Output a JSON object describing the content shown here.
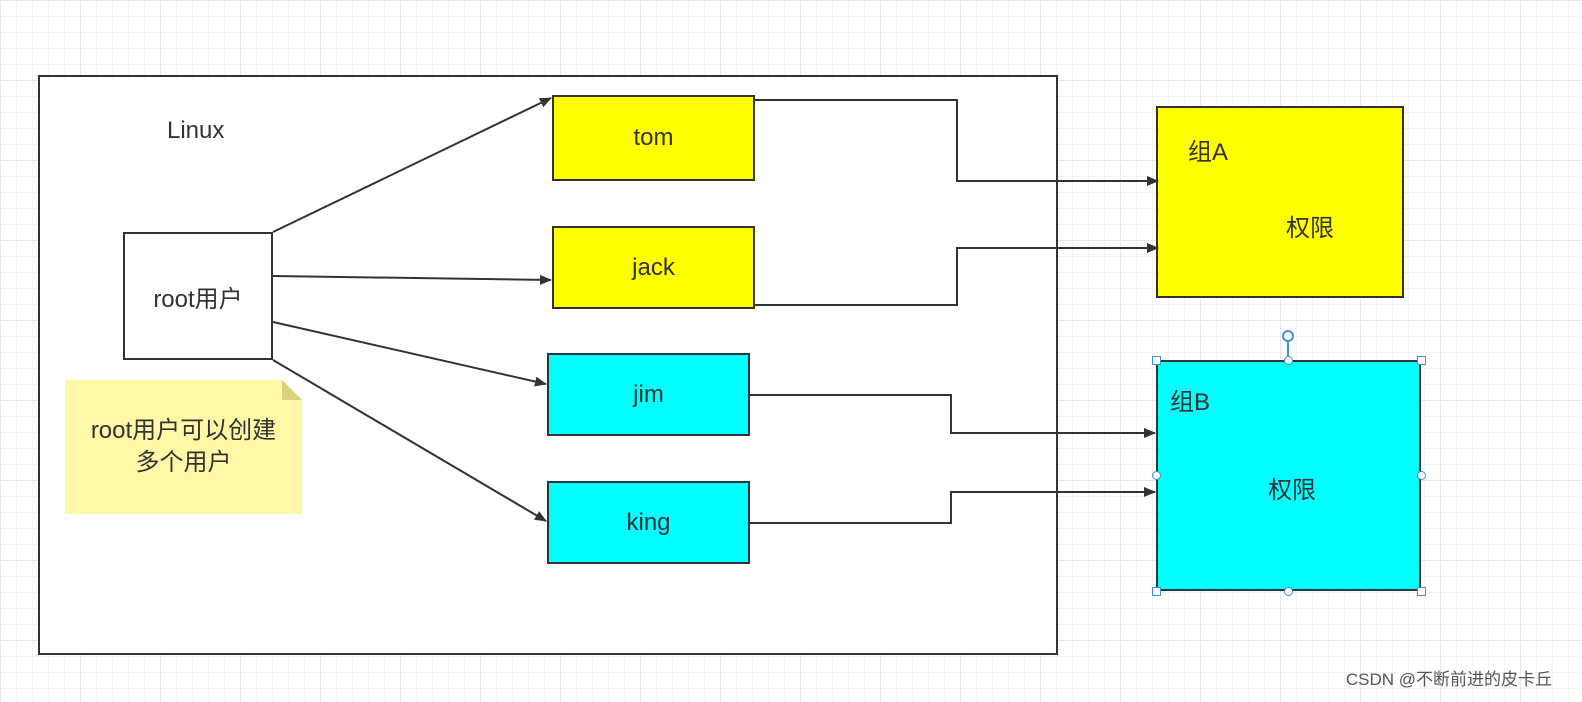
{
  "frame": {
    "title": "Linux"
  },
  "root": {
    "label": "root用户"
  },
  "note": {
    "line1": "root用户可以创建",
    "line2": "多个用户"
  },
  "users": [
    {
      "label": "tom"
    },
    {
      "label": "jack"
    },
    {
      "label": "jim"
    },
    {
      "label": "king"
    }
  ],
  "groups": [
    {
      "name": "组A",
      "label": "权限"
    },
    {
      "name": "组B",
      "label": "权限"
    }
  ],
  "watermark": "CSDN @不断前进的皮卡丘",
  "colors": {
    "yellow": "#ffff00",
    "cyan": "#00ffff",
    "note": "#fff8a6",
    "stroke": "#333333",
    "selection": "#3d8fe0"
  }
}
